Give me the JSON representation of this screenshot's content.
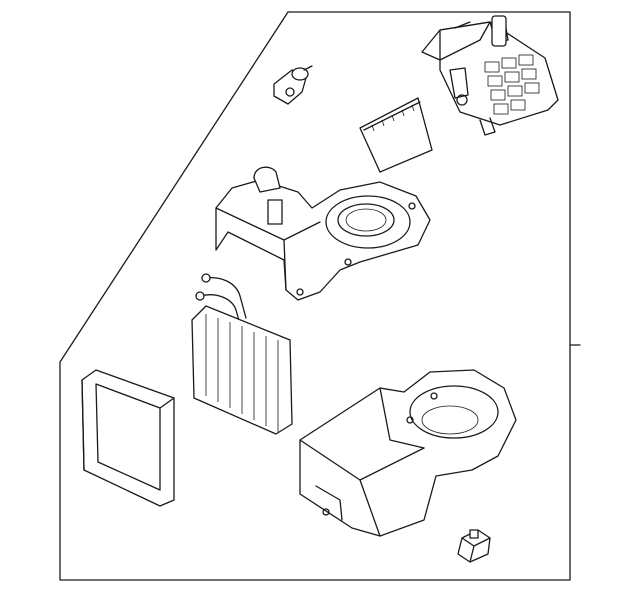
{
  "diagram": {
    "colors": {
      "line": "#1a1a1a",
      "background": "#ffffff"
    },
    "parts": [
      "blower-motor-housing",
      "cabin-air-filter",
      "vacuum-actuator",
      "evaporator-case-upper",
      "evaporator-core",
      "seal-gasket",
      "blower-case-lower",
      "resistor-clip"
    ]
  }
}
